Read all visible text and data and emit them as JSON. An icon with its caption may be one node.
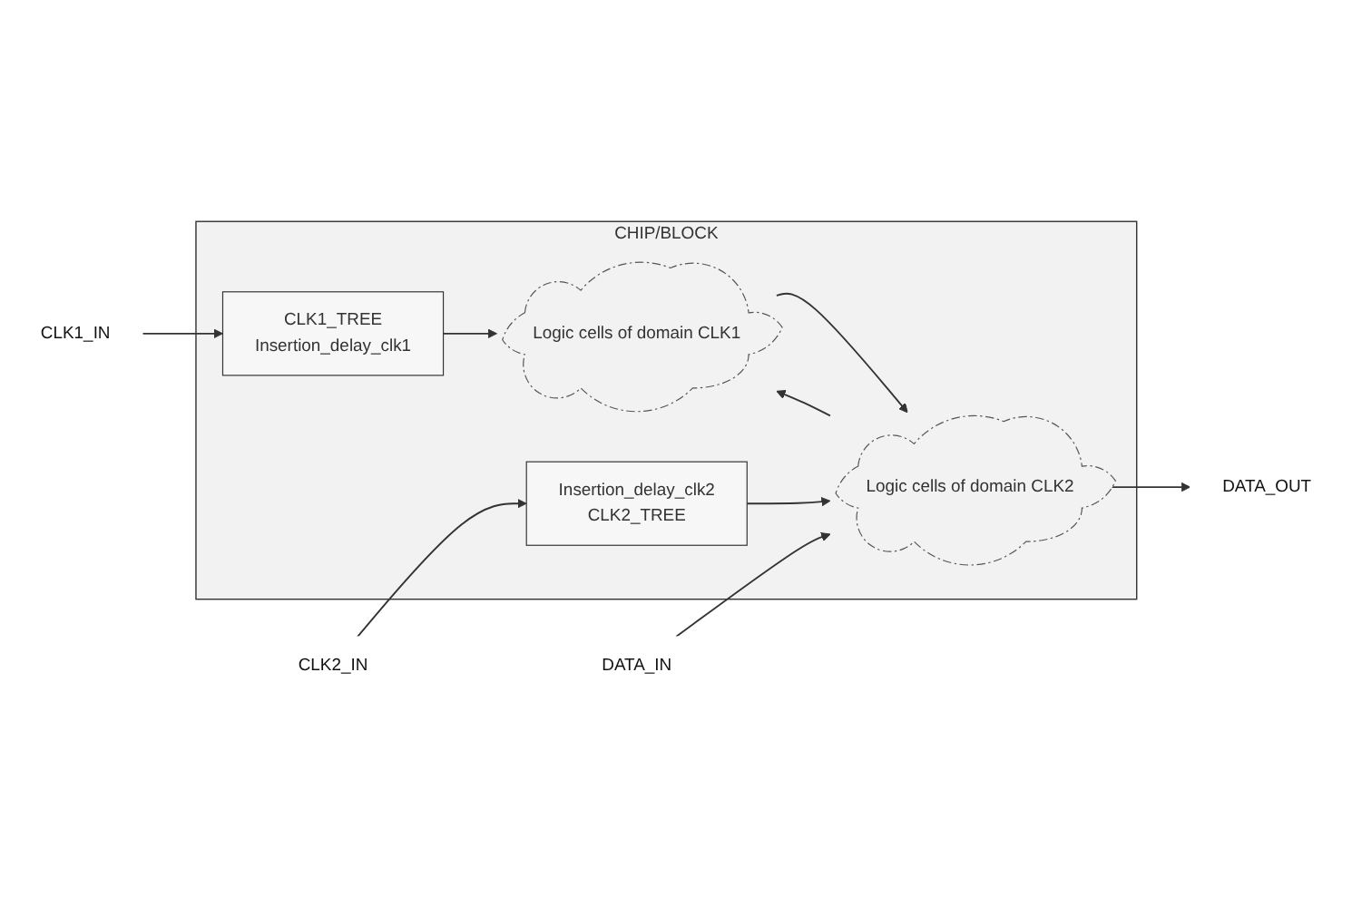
{
  "diagram": {
    "nodes": [
      {
        "text": [
          "CHIP/BLOCK"
        ]
      },
      {
        "text": [
          "CLK1_IN"
        ]
      },
      {
        "text": [
          "CLK1_TREE",
          "Insertion_delay_clk1"
        ],
        "in": 0
      },
      {
        "text": [
          "Logic cells of domain CLK1"
        ],
        "in": 0
      },
      {
        "text": [
          "CLK2_IN"
        ]
      },
      {
        "text": [
          "Insertion_delay_clk2",
          "CLK2_TREE"
        ],
        "in": 0
      },
      {
        "text": [
          "Logic cells of domain CLK2"
        ],
        "in": 0
      },
      {
        "text": [
          "DATA_IN"
        ]
      },
      {
        "text": [
          "DATA_OUT"
        ]
      }
    ],
    "edges": [
      {
        "from": 1,
        "to": 2,
        "arrow": "to"
      },
      {
        "from": 2,
        "to": 3,
        "arrow": "to"
      },
      {
        "from": 4,
        "to": 5,
        "arrow": "to"
      },
      {
        "from": 5,
        "to": 6,
        "arrow": "to"
      },
      {
        "from": 3,
        "to": 6,
        "arrow": "to"
      },
      {
        "from": 6,
        "to": 3,
        "arrow": "to"
      },
      {
        "from": 7,
        "to": 6,
        "arrow": "to"
      },
      {
        "from": 6,
        "to": 8,
        "arrow": "to"
      }
    ]
  }
}
